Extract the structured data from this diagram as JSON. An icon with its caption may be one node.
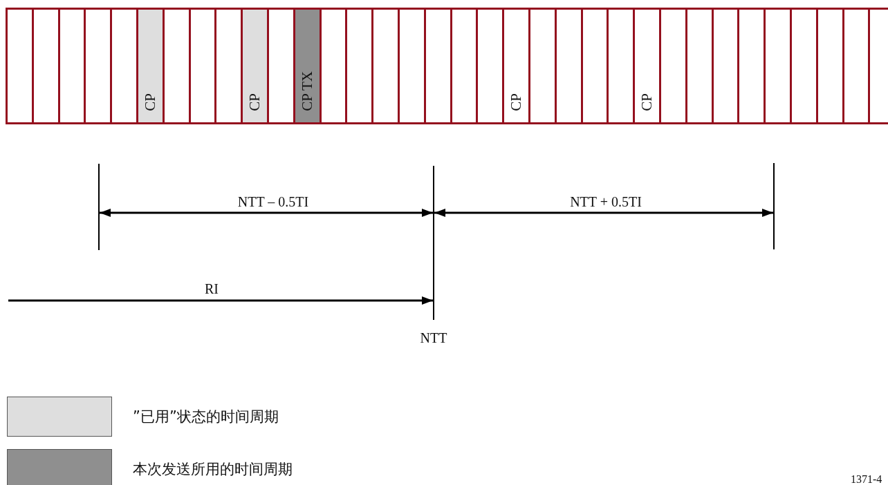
{
  "diagram": {
    "nodes": [
      {
        "text": [],
        "shape": "box"
      },
      {
        "text": [],
        "shape": "box"
      },
      {
        "text": [],
        "shape": "box"
      },
      {
        "text": [],
        "shape": "box"
      },
      {
        "text": [],
        "shape": "box"
      },
      {
        "text": [
          "CP"
        ]
      },
      {
        "text": [],
        "shape": "box"
      },
      {
        "text": [],
        "shape": "box"
      },
      {
        "text": [],
        "shape": "box"
      },
      {
        "text": [
          "CP"
        ]
      },
      {
        "text": [],
        "shape": "box"
      },
      {
        "text": [
          "CP TX"
        ]
      },
      {
        "text": [],
        "shape": "box"
      },
      {
        "text": [],
        "shape": "box"
      },
      {
        "text": [],
        "shape": "box"
      },
      {
        "text": [],
        "shape": "box"
      },
      {
        "text": [],
        "shape": "box"
      },
      {
        "text": [],
        "shape": "box"
      },
      {
        "text": [],
        "shape": "box"
      },
      {
        "text": [
          "CP"
        ]
      },
      {
        "text": [],
        "shape": "box"
      },
      {
        "text": [],
        "shape": "box"
      },
      {
        "text": [],
        "shape": "box"
      },
      {
        "text": [],
        "shape": "box"
      },
      {
        "text": [
          "CP"
        ]
      },
      {
        "text": [],
        "shape": "box"
      },
      {
        "text": [],
        "shape": "box"
      },
      {
        "text": [],
        "shape": "box"
      },
      {
        "text": [],
        "shape": "box"
      },
      {
        "text": [],
        "shape": "box"
      },
      {
        "text": [],
        "shape": "box"
      },
      {
        "text": [],
        "shape": "box"
      },
      {
        "text": [],
        "shape": "box"
      },
      {
        "text": [],
        "shape": "box"
      }
    ],
    "labels": [
      "NTT – 0.5TI",
      "NTT + 0.5TI",
      "RI",
      "NTT",
      "1371-4"
    ],
    "legend": [
      {
        "text": "”已用”状态的时间周期",
        "color": "#dedede"
      },
      {
        "text": "本次发送所用的时间周期",
        "color": "#8f8f8f"
      }
    ]
  }
}
